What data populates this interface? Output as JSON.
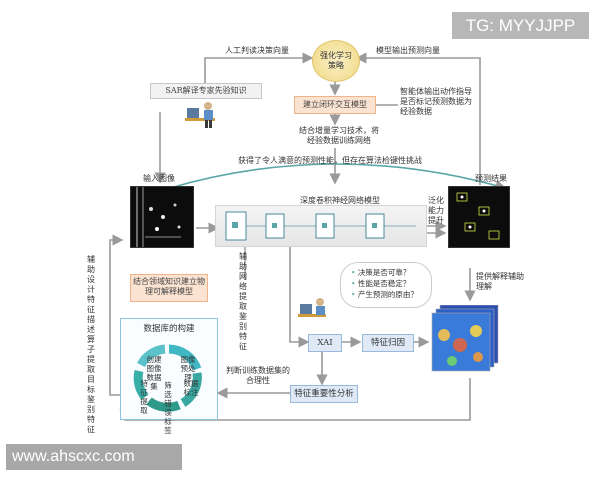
{
  "watermark_top": "TG: MYYJJPP",
  "watermark_bottom": "www.ahscxc.com",
  "top": {
    "center_node": "强化学习策略",
    "left_arrow_label": "人工判读决策向量",
    "right_arrow_label": "模型输出预测向量",
    "left_box": "SAR解译专家先验知识",
    "center_box": "建立闭环交互模型",
    "right_note": "智能体输出动作指导是否标记预测数据为经验数据",
    "incremental_note": "结合增量学习技术，将经验数据训练网络",
    "curve_label": "获得了令人满意的预测性能，但存在算法检键性挑战"
  },
  "middle": {
    "input_label": "输入图像",
    "output_label": "预测结果",
    "cnn_label": "深度卷积神经网络模型",
    "generalization": "泛化能力提升",
    "prior_box": "结合领域知识建立物理可解释模型",
    "aux_vertical": "辅助网络提取鉴别特征",
    "left_vertical": "辅助设计特征描述算子提取目标鉴别特征",
    "right_note": "提供解释辅助理解"
  },
  "xai": {
    "questions": [
      "决策是否可靠？",
      "性能是否稳定？",
      "产生预测的原由？"
    ],
    "xai_label": "XAI",
    "attribution": "特征归因",
    "importance": "特征重要性分析",
    "dataset_note": "判断训练数据集的合理性"
  },
  "database": {
    "title": "数据库的构建",
    "steps": [
      "图像预处理",
      "数据标注",
      "筛选错误标签",
      "特征提取",
      "创建图像数据集"
    ]
  },
  "colors": {
    "arrow": "#9a9a9a",
    "blue_box": "#dfeaf6",
    "orange_box": "#fbe3d2",
    "teal": "#5aa6a6",
    "cube_outline": "#1f6f86"
  }
}
